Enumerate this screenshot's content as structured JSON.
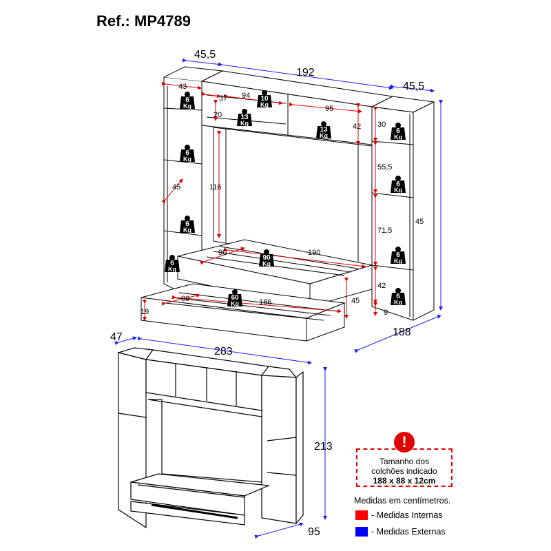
{
  "header": {
    "ref": "Ref.: MP4789"
  },
  "top_view": {
    "external": {
      "left_depth": "45,5",
      "width": "192",
      "right_depth": "45,5",
      "right_side": "45",
      "bed_length": "188"
    },
    "internal": {
      "left_top_shelf": "43",
      "left_shelf_mid": "45",
      "niche_a": "37",
      "niche_width": "94",
      "niche_height": "20",
      "top_right_width": "95",
      "top_right_height": "42",
      "tv_height": "116",
      "bed_width": "90",
      "bed_length": "190",
      "trundle_width": "90",
      "trundle_length": "186",
      "trundle_height": "19",
      "bed_height": "45",
      "right_top": "30",
      "right_mid": "55,5",
      "right_low": "71,5",
      "right_bottom": "42",
      "right_plinth": "9"
    },
    "weights": [
      {
        "num": "6",
        "unit": "Kg"
      },
      {
        "num": "6",
        "unit": "Kg"
      },
      {
        "num": "6",
        "unit": "Kg"
      },
      {
        "num": "6",
        "unit": "Kg"
      },
      {
        "num": "10",
        "unit": "Kg"
      },
      {
        "num": "13",
        "unit": "Kg"
      },
      {
        "num": "13",
        "unit": "Kg"
      },
      {
        "num": "6",
        "unit": "Kg"
      },
      {
        "num": "6",
        "unit": "Kg"
      },
      {
        "num": "6",
        "unit": "Kg"
      },
      {
        "num": "6",
        "unit": "Kg"
      },
      {
        "num": "90",
        "unit": "Kg"
      },
      {
        "num": "60",
        "unit": "Kg"
      }
    ]
  },
  "bottom_view": {
    "depth": "47",
    "width": "283",
    "height": "213",
    "bed_depth": "95"
  },
  "note": {
    "line1": "Tamanho dos",
    "line2": "colchões indicado",
    "size": "188 x 88 x 12cm"
  },
  "units": "Medidas em centímetros.",
  "legend": [
    {
      "color": "#ff0000",
      "label": "- Medidas Internas"
    },
    {
      "color": "#0000ff",
      "label": "- Medidas Externas"
    }
  ],
  "colors": {
    "internal": "#e00000",
    "external": "#1a1aff",
    "line": "#000000"
  }
}
